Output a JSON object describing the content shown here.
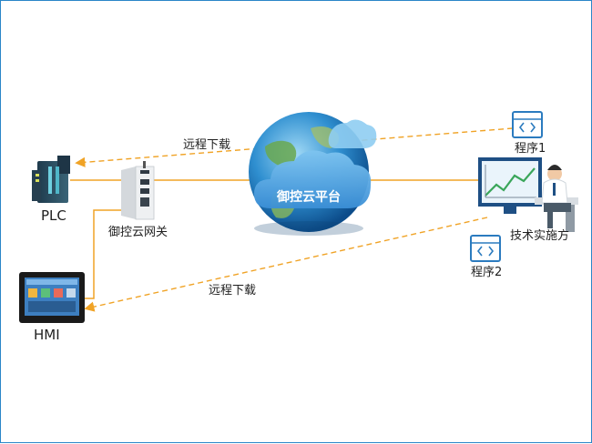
{
  "labels": {
    "plc": "PLC",
    "hmi": "HMI",
    "gateway": "御控云网关",
    "platform": "御控云平台",
    "program1": "程序1",
    "program2": "程序2",
    "tech_side": "技术实施方",
    "download_top": "远程下载",
    "download_bottom": "远程下载"
  },
  "colors": {
    "link_line": "#f0a326",
    "cloud": "#4fa0dd",
    "border": "#2a86c8",
    "icon_blue": "#2b7bbf"
  },
  "icons": [
    "plc-icon",
    "hmi-icon",
    "gateway-icon",
    "globe-icon",
    "cloud-icon",
    "code-icon",
    "workstation-icon"
  ]
}
